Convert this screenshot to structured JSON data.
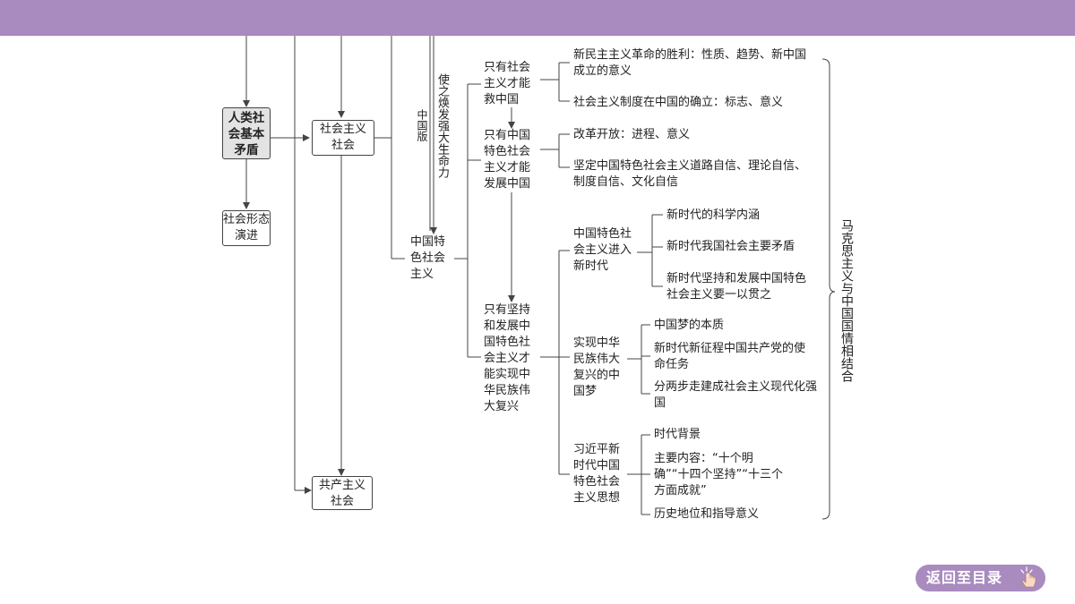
{
  "root": {
    "label": "人类社会基本矛盾"
  },
  "left": {
    "shehui_xingtai": "社会形态演进",
    "shehuizhuyi_shehui": "社会主义社会",
    "gongchanzhuyi_shehui": "共产主义社会",
    "zhongguo_ban": "中国版",
    "shi_zhi": "使之焕发强大生命力",
    "tese_shehuizhuyi": "中国特色社会主义"
  },
  "middle": [
    {
      "label": "只有社会主义才能救中国",
      "items": [
        "新民主主义革命的胜利：性质、趋势、新中国成立的意义",
        "社会主义制度在中国的确立：标志、意义"
      ]
    },
    {
      "label": "只有中国特色社会主义才能发展中国",
      "items": [
        "改革开放：进程、意义",
        "坚定中国特色社会主义道路自信、理论自信、制度自信、文化自信"
      ]
    },
    {
      "label": "只有坚持和发展中国特色社会主义才能实现中华民族伟大复兴"
    }
  ],
  "sub": [
    {
      "label": "中国特色社会主义进入新时代",
      "items": [
        "新时代的科学内涵",
        "新时代我国社会主要矛盾",
        "新时代坚持和发展中国特色社会主义要一以贯之"
      ]
    },
    {
      "label": "实现中华民族伟大复兴的中国梦",
      "items": [
        "中国梦的本质",
        "新时代新征程中国共产党的使命任务",
        "分两步走建成社会主义现代化强国"
      ]
    },
    {
      "label": "习近平新时代中国特色社会主义思想",
      "items": [
        "时代背景",
        "主要内容：“十个明确”“十四个坚持”“十三个方面成就”",
        "历史地位和指导意义"
      ]
    }
  ],
  "right_label": "马克思主义与中国国情相结合",
  "back_button": {
    "label": "返回至目录"
  }
}
